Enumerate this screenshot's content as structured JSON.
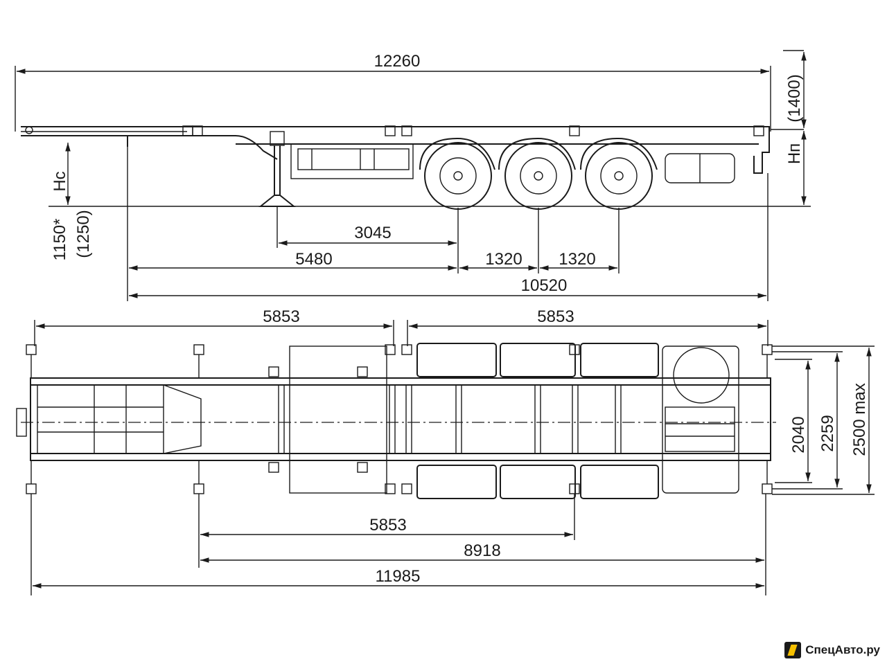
{
  "side_view": {
    "overall_length": "12260",
    "platform_height": "(1400)",
    "hp_label": "Нп",
    "hc_label": "Нс",
    "coupling_height": "1150*",
    "coupling_height_alt": "(1250)",
    "kingpin_to_first_axle": "3045",
    "support_to_first_axle": "5480",
    "axle_spacing_1": "1320",
    "axle_spacing_2": "1320",
    "wheelbase_total": "10520"
  },
  "top_view": {
    "front_section": "5853",
    "rear_section": "5853",
    "middle_section": "5853",
    "twistlock_span": "8918",
    "frame_length": "11985",
    "frame_width": "2040",
    "axle_width": "2259",
    "max_width": "2500 max"
  },
  "watermark": {
    "text": "СпецАвто.ру",
    "accent_color": "#f6c000"
  }
}
